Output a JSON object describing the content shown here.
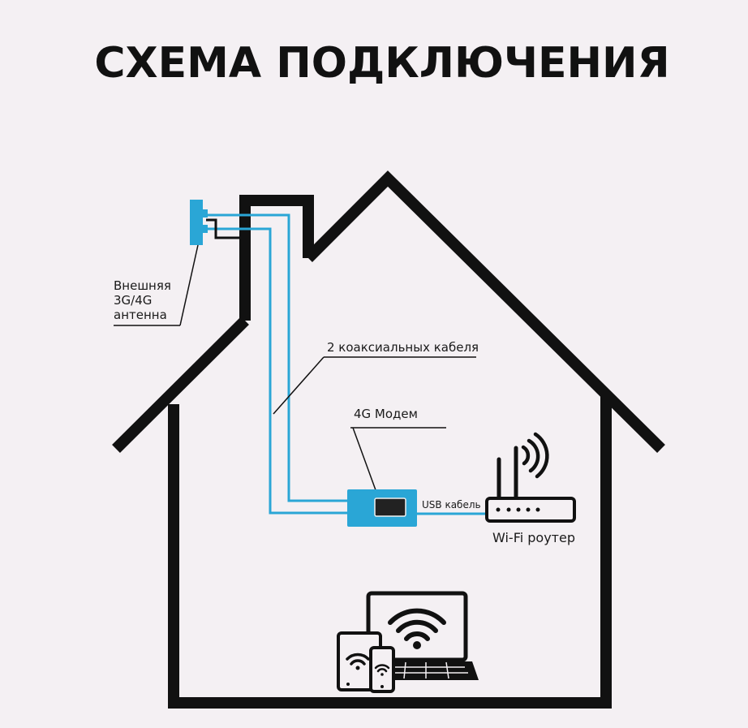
{
  "title": "СХЕМА ПОДКЛЮЧЕНИЯ",
  "antenna": {
    "label_line1": "Внешняя",
    "label_line2": "3G/4G",
    "label_line3": "антенна"
  },
  "cables": {
    "label": "2 коаксиальных кабеля"
  },
  "modem": {
    "label": "4G Модем"
  },
  "usb": {
    "label": "USB кабель"
  },
  "router": {
    "label": "Wi-Fi роутер"
  },
  "colors": {
    "accent": "#2aa6d6",
    "outline": "#111111",
    "background": "#f4f0f3"
  },
  "icons": [
    "antenna-icon",
    "modem-icon",
    "router-icon",
    "wifi-signal-icon",
    "laptop-icon",
    "tablet-icon",
    "smartphone-icon",
    "wifi-icon"
  ]
}
